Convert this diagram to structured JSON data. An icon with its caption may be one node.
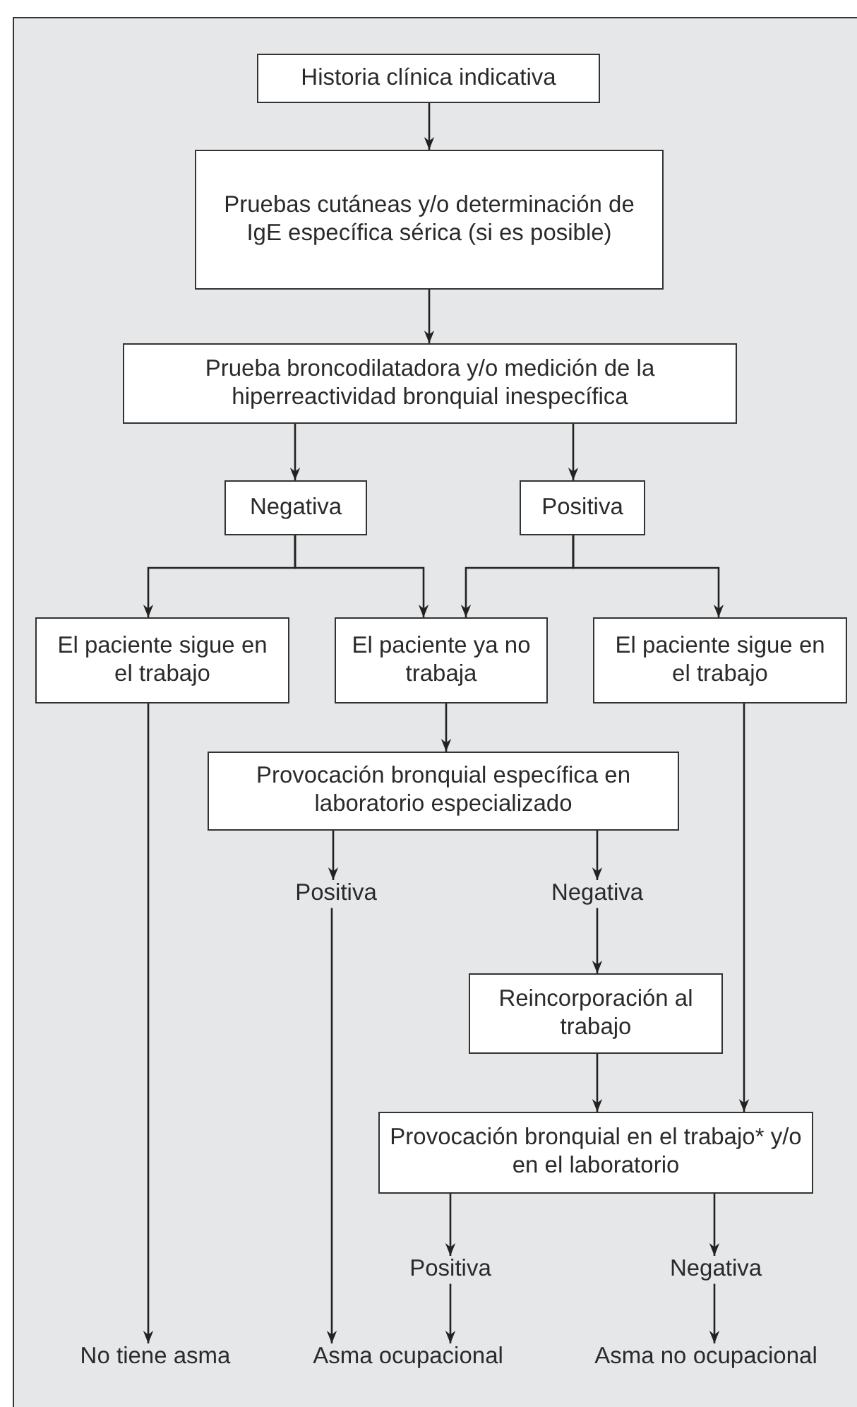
{
  "diagram": {
    "nodes": [
      {
        "text": [
          "Historia clínica indicativa"
        ]
      },
      {
        "text": [
          "Pruebas cutáneas y/o determinación de IgE específica sérica (si es posible)"
        ]
      },
      {
        "text": [
          "Prueba broncodilatadora y/o medición de la hiperreactividad bronquial inespecífica"
        ]
      },
      {
        "text": [
          "Negativa"
        ]
      },
      {
        "text": [
          "Positiva"
        ]
      },
      {
        "text": [
          "El paciente sigue en el trabajo"
        ]
      },
      {
        "text": [
          "El paciente ya no trabaja"
        ]
      },
      {
        "text": [
          "El paciente sigue en el trabajo"
        ]
      },
      {
        "text": [
          "Provocación bronquial específica en laboratorio especializado"
        ]
      },
      {
        "text": [
          "Positiva"
        ]
      },
      {
        "text": [
          "Negativa"
        ]
      },
      {
        "text": [
          "Reincorporación al trabajo"
        ]
      },
      {
        "text": [
          "Provocación bronquial en el trabajo* y/o en el laboratorio"
        ]
      },
      {
        "text": [
          "Positiva"
        ]
      },
      {
        "text": [
          "Negativa"
        ]
      },
      {
        "text": [
          "No tiene asma"
        ]
      },
      {
        "text": [
          "Asma ocupacional"
        ]
      },
      {
        "text": [
          "Asma no ocupacional"
        ]
      }
    ],
    "edges": [
      {
        "from": 0,
        "to": 1,
        "arrow": "to"
      },
      {
        "from": 1,
        "to": 2,
        "arrow": "to"
      },
      {
        "from": 2,
        "to": 3,
        "arrow": "to"
      },
      {
        "from": 2,
        "to": 4,
        "arrow": "to"
      },
      {
        "from": 3,
        "to": 5,
        "arrow": "to"
      },
      {
        "from": 3,
        "to": 6,
        "arrow": "to"
      },
      {
        "from": 4,
        "to": 6,
        "arrow": "to"
      },
      {
        "from": 4,
        "to": 7,
        "arrow": "to"
      },
      {
        "from": 5,
        "to": 15,
        "arrow": "to"
      },
      {
        "from": 6,
        "to": 8,
        "arrow": "to"
      },
      {
        "from": 8,
        "to": 9,
        "arrow": "to"
      },
      {
        "from": 8,
        "to": 10,
        "arrow": "to"
      },
      {
        "from": 9,
        "to": 16,
        "arrow": "to"
      },
      {
        "from": 10,
        "to": 11,
        "arrow": "to"
      },
      {
        "from": 11,
        "to": 12,
        "arrow": "to"
      },
      {
        "from": 7,
        "to": 12,
        "arrow": "to"
      },
      {
        "from": 12,
        "to": 13,
        "arrow": "to"
      },
      {
        "from": 12,
        "to": 14,
        "arrow": "to"
      },
      {
        "from": 13,
        "to": 16,
        "arrow": "to"
      },
      {
        "from": 14,
        "to": 17,
        "arrow": "to"
      }
    ]
  }
}
